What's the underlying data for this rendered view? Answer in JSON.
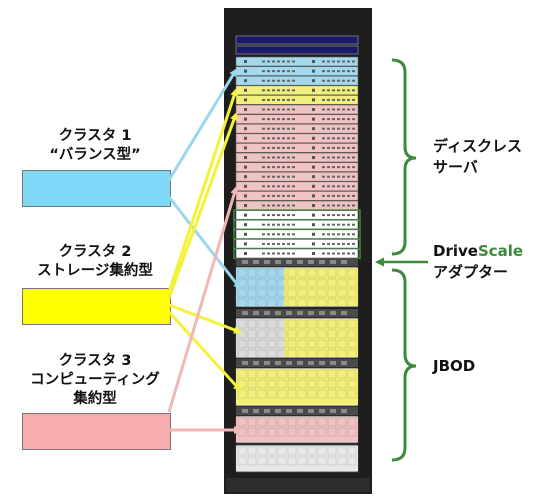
{
  "clusters": [
    {
      "title": "クラスタ 1",
      "subtitle": "“バランス型”",
      "color": "#7fd8f5"
    },
    {
      "title": "クラスタ 2",
      "subtitle": "ストレージ集約型",
      "color": "#ffff00"
    },
    {
      "title": "クラスタ 3",
      "subtitle": "コンピューティング",
      "subtitle2": "集約型",
      "color": "#f7adad"
    }
  ],
  "right_labels": {
    "diskless_line1": "ディスクレス",
    "diskless_line2": "サーバ",
    "drivescale_a": "Drive",
    "drivescale_b": "Scale",
    "adapter": "アダプター",
    "jbod": "JBOD"
  },
  "colors": {
    "blue": "#a4d8ec",
    "yellow": "#f2f07a",
    "pink": "#f1c2c2",
    "green": "#3d8a3d",
    "rack": "#1e1e1e",
    "arrow_blue": "#9ad6ee",
    "arrow_yellow": "#f4f238",
    "arrow_pink": "#f2b6b6"
  }
}
